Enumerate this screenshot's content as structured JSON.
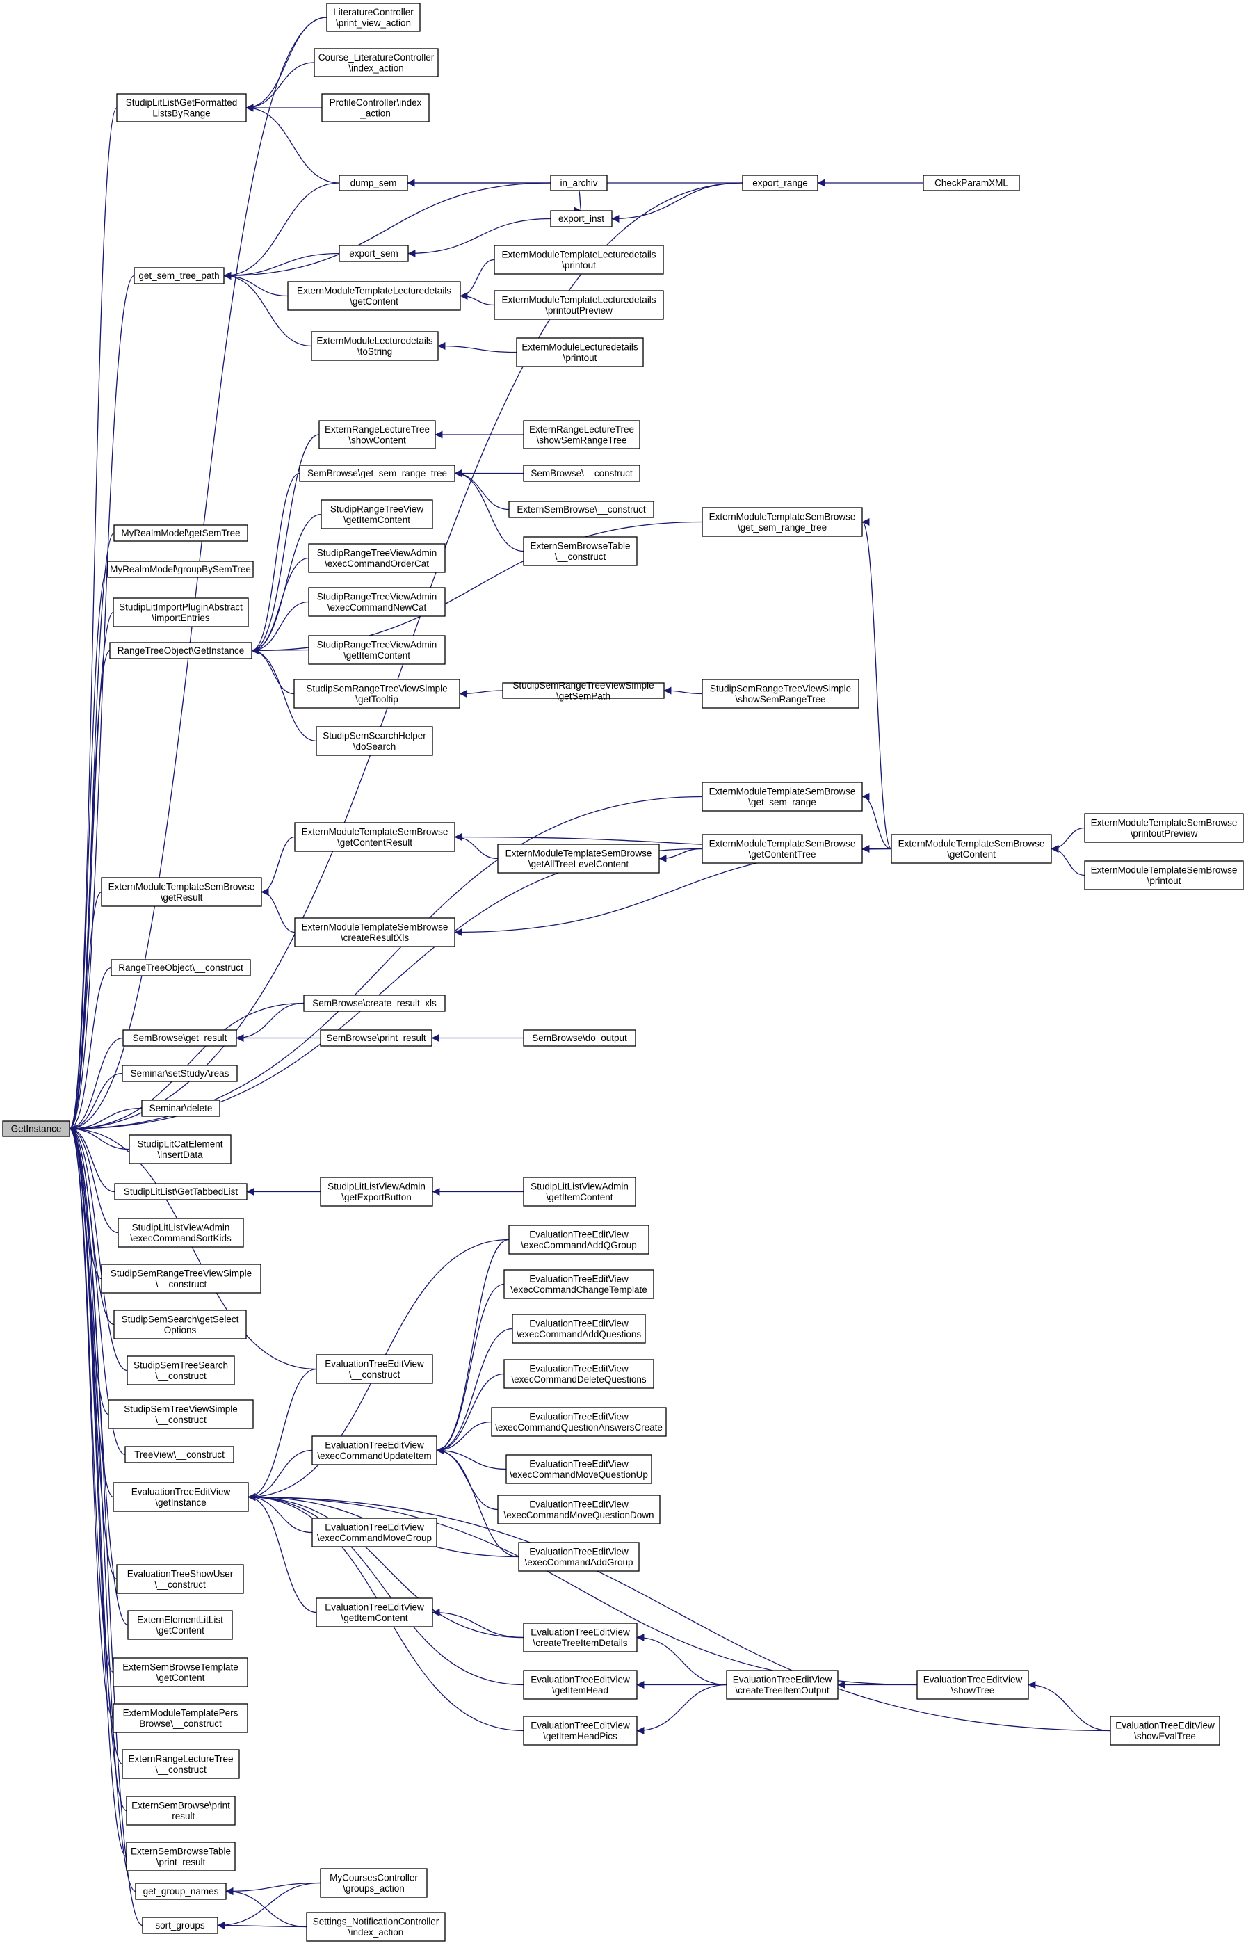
{
  "colors": {
    "edge": "#191970",
    "node_border": "#000000",
    "node_fill": "#ffffff",
    "root_fill": "#bfbfbf"
  },
  "nodes": [
    {
      "id": "root",
      "lines": [
        "GetInstance"
      ],
      "root": true
    },
    {
      "id": "litctl_print",
      "lines": [
        "LiteratureController",
        "\\print_view_action"
      ]
    },
    {
      "id": "course_lit",
      "lines": [
        "Course_LiteratureController",
        "\\index_action"
      ]
    },
    {
      "id": "profile",
      "lines": [
        "ProfileController\\index",
        "_action"
      ]
    },
    {
      "id": "litlist_fmt",
      "lines": [
        "StudipLitList\\GetFormatted",
        "ListsByRange"
      ]
    },
    {
      "id": "dump_sem",
      "lines": [
        "dump_sem"
      ]
    },
    {
      "id": "in_archiv",
      "lines": [
        "in_archiv"
      ]
    },
    {
      "id": "export_range",
      "lines": [
        "export_range"
      ]
    },
    {
      "id": "checkparam",
      "lines": [
        "CheckParamXML"
      ]
    },
    {
      "id": "export_inst",
      "lines": [
        "export_inst"
      ]
    },
    {
      "id": "export_sem",
      "lines": [
        "export_sem"
      ]
    },
    {
      "id": "get_sem_tree_path",
      "lines": [
        "get_sem_tree_path"
      ]
    },
    {
      "id": "emtl_getcontent",
      "lines": [
        "ExternModuleTemplateLecturedetails",
        "\\getContent"
      ]
    },
    {
      "id": "emtl_printout",
      "lines": [
        "ExternModuleTemplateLecturedetails",
        "\\printout"
      ]
    },
    {
      "id": "emtl_preview",
      "lines": [
        "ExternModuleTemplateLecturedetails",
        "\\printoutPreview"
      ]
    },
    {
      "id": "eml_tostring",
      "lines": [
        "ExternModuleLecturedetails",
        "\\toString"
      ]
    },
    {
      "id": "eml_printout",
      "lines": [
        "ExternModuleLecturedetails",
        "\\printout"
      ]
    },
    {
      "id": "erlt_showcontent",
      "lines": [
        "ExternRangeLectureTree",
        "\\showContent"
      ]
    },
    {
      "id": "erlt_showsem",
      "lines": [
        "ExternRangeLectureTree",
        "\\showSemRangeTree"
      ]
    },
    {
      "id": "sb_get_sem_range_tree",
      "lines": [
        "SemBrowse\\get_sem_range_tree"
      ]
    },
    {
      "id": "sb_construct",
      "lines": [
        "SemBrowse\\__construct"
      ]
    },
    {
      "id": "esb_construct",
      "lines": [
        "ExternSemBrowse\\__construct"
      ]
    },
    {
      "id": "esbt_construct",
      "lines": [
        "ExternSemBrowseTable",
        "\\__construct"
      ]
    },
    {
      "id": "emtsb_get_sem_range_tree",
      "lines": [
        "ExternModuleTemplateSemBrowse",
        "\\get_sem_range_tree"
      ]
    },
    {
      "id": "srtv_getitem",
      "lines": [
        "StudipRangeTreeView",
        "\\getItemContent"
      ]
    },
    {
      "id": "srtva_ordercat",
      "lines": [
        "StudipRangeTreeViewAdmin",
        "\\execCommandOrderCat"
      ]
    },
    {
      "id": "srtva_newcat",
      "lines": [
        "StudipRangeTreeViewAdmin",
        "\\execCommandNewCat"
      ]
    },
    {
      "id": "srtva_getitem",
      "lines": [
        "StudipRangeTreeViewAdmin",
        "\\getItemContent"
      ]
    },
    {
      "id": "ssrtvs_tooltip",
      "lines": [
        "StudipSemRangeTreeViewSimple",
        "\\getTooltip"
      ]
    },
    {
      "id": "ssrtvs_sempath",
      "lines": [
        "StudipSemRangeTreeViewSimple",
        "\\getSemPath"
      ]
    },
    {
      "id": "ssrtvs_showsem",
      "lines": [
        "StudipSemRangeTreeViewSimple",
        "\\showSemRangeTree"
      ]
    },
    {
      "id": "sssh_dosearch",
      "lines": [
        "StudipSemSearchHelper",
        "\\doSearch"
      ]
    },
    {
      "id": "myrealm_getsemtree",
      "lines": [
        "MyRealmModel\\getSemTree"
      ]
    },
    {
      "id": "myrealm_group",
      "lines": [
        "MyRealmModel\\groupBySemTree"
      ]
    },
    {
      "id": "slipa_import",
      "lines": [
        "StudipLitImportPluginAbstract",
        "\\importEntries"
      ]
    },
    {
      "id": "rto_getinstance",
      "lines": [
        "RangeTreeObject\\GetInstance"
      ]
    },
    {
      "id": "emtsb_get_sem_range",
      "lines": [
        "ExternModuleTemplateSemBrowse",
        "\\get_sem_range"
      ]
    },
    {
      "id": "emtsb_getcontenttree",
      "lines": [
        "ExternModuleTemplateSemBrowse",
        "\\getContentTree"
      ]
    },
    {
      "id": "emtsb_getcontent",
      "lines": [
        "ExternModuleTemplateSemBrowse",
        "\\getContent"
      ]
    },
    {
      "id": "emtsb_printoutpreview",
      "lines": [
        "ExternModuleTemplateSemBrowse",
        "\\printoutPreview"
      ]
    },
    {
      "id": "emtsb_printout",
      "lines": [
        "ExternModuleTemplateSemBrowse",
        "\\printout"
      ]
    },
    {
      "id": "emtsb_getalltree",
      "lines": [
        "ExternModuleTemplateSemBrowse",
        "\\getAllTreeLevelContent"
      ]
    },
    {
      "id": "emtsb_getcontentresult",
      "lines": [
        "ExternModuleTemplateSemBrowse",
        "\\getContentResult"
      ]
    },
    {
      "id": "emtsb_getresult",
      "lines": [
        "ExternModuleTemplateSemBrowse",
        "\\getResult"
      ]
    },
    {
      "id": "emtsb_createresultxls",
      "lines": [
        "ExternModuleTemplateSemBrowse",
        "\\createResultXls"
      ]
    },
    {
      "id": "rto_construct",
      "lines": [
        "RangeTreeObject\\__construct"
      ]
    },
    {
      "id": "sb_create_result_xls",
      "lines": [
        "SemBrowse\\create_result_xls"
      ]
    },
    {
      "id": "sb_get_result",
      "lines": [
        "SemBrowse\\get_result"
      ]
    },
    {
      "id": "sb_print_result",
      "lines": [
        "SemBrowse\\print_result"
      ]
    },
    {
      "id": "sb_do_output",
      "lines": [
        "SemBrowse\\do_output"
      ]
    },
    {
      "id": "seminar_setstudy",
      "lines": [
        "Seminar\\setStudyAreas"
      ]
    },
    {
      "id": "seminar_delete",
      "lines": [
        "Seminar\\delete"
      ]
    },
    {
      "id": "slce_insert",
      "lines": [
        "StudipLitCatElement",
        "\\insertData"
      ]
    },
    {
      "id": "sll_gettabbed",
      "lines": [
        "StudipLitList\\GetTabbedList"
      ]
    },
    {
      "id": "sllva_export",
      "lines": [
        "StudipLitListViewAdmin",
        "\\getExportButton"
      ]
    },
    {
      "id": "sllva_itemcontent",
      "lines": [
        "StudipLitListViewAdmin",
        "\\getItemContent"
      ]
    },
    {
      "id": "sllva_sortkids",
      "lines": [
        "StudipLitListViewAdmin",
        "\\execCommandSortKids"
      ]
    },
    {
      "id": "ssrtvs_construct",
      "lines": [
        "StudipSemRangeTreeViewSimple",
        "\\__construct"
      ]
    },
    {
      "id": "sss_getselect",
      "lines": [
        "StudipSemSearch\\getSelect",
        "Options"
      ]
    },
    {
      "id": "sst_search",
      "lines": [
        "StudipSemTreeSearch",
        "\\__construct"
      ]
    },
    {
      "id": "sstvs_construct",
      "lines": [
        "StudipSemTreeViewSimple",
        "\\__construct"
      ]
    },
    {
      "id": "treeview_construct",
      "lines": [
        "TreeView\\__construct"
      ]
    },
    {
      "id": "etev_getinstance",
      "lines": [
        "EvaluationTreeEditView",
        "\\getInstance"
      ]
    },
    {
      "id": "etev_construct",
      "lines": [
        "EvaluationTreeEditView",
        "\\__construct"
      ]
    },
    {
      "id": "etev_updateitem",
      "lines": [
        "EvaluationTreeEditView",
        "\\execCommandUpdateItem"
      ]
    },
    {
      "id": "etev_moveg",
      "lines": [
        "EvaluationTreeEditView",
        "\\execCommandMoveGroup"
      ]
    },
    {
      "id": "etev_itemcontent",
      "lines": [
        "EvaluationTreeEditView",
        "\\getItemContent"
      ]
    },
    {
      "id": "etev_addqgroup",
      "lines": [
        "EvaluationTreeEditView",
        "\\execCommandAddQGroup"
      ]
    },
    {
      "id": "etev_changetpl",
      "lines": [
        "EvaluationTreeEditView",
        "\\execCommandChangeTemplate"
      ]
    },
    {
      "id": "etev_addq",
      "lines": [
        "EvaluationTreeEditView",
        "\\execCommandAddQuestions"
      ]
    },
    {
      "id": "etev_delq",
      "lines": [
        "EvaluationTreeEditView",
        "\\execCommandDeleteQuestions"
      ]
    },
    {
      "id": "etev_qac",
      "lines": [
        "EvaluationTreeEditView",
        "\\execCommandQuestionAnswersCreate"
      ]
    },
    {
      "id": "etev_mqup",
      "lines": [
        "EvaluationTreeEditView",
        "\\execCommandMoveQuestionUp"
      ]
    },
    {
      "id": "etev_mqdown",
      "lines": [
        "EvaluationTreeEditView",
        "\\execCommandMoveQuestionDown"
      ]
    },
    {
      "id": "etev_addgroup",
      "lines": [
        "EvaluationTreeEditView",
        "\\execCommandAddGroup"
      ]
    },
    {
      "id": "etev_ctid",
      "lines": [
        "EvaluationTreeEditView",
        "\\createTreeItemDetails"
      ]
    },
    {
      "id": "etev_itemhead",
      "lines": [
        "EvaluationTreeEditView",
        "\\getItemHead"
      ]
    },
    {
      "id": "etev_itemheadpics",
      "lines": [
        "EvaluationTreeEditView",
        "\\getItemHeadPics"
      ]
    },
    {
      "id": "etev_ctio",
      "lines": [
        "EvaluationTreeEditView",
        "\\createTreeItemOutput"
      ]
    },
    {
      "id": "etev_showtree",
      "lines": [
        "EvaluationTreeEditView",
        "\\showTree"
      ]
    },
    {
      "id": "etev_showeval",
      "lines": [
        "EvaluationTreeEditView",
        "\\showEvalTree"
      ]
    },
    {
      "id": "etsu_construct",
      "lines": [
        "EvaluationTreeShowUser",
        "\\__construct"
      ]
    },
    {
      "id": "ell_getcontent",
      "lines": [
        "ExternElementLitList",
        "\\getContent"
      ]
    },
    {
      "id": "esbtpl_getcontent",
      "lines": [
        "ExternSemBrowseTemplate",
        "\\getContent"
      ]
    },
    {
      "id": "emtpb_construct",
      "lines": [
        "ExternModuleTemplatePers",
        "Browse\\__construct"
      ]
    },
    {
      "id": "erlt_construct",
      "lines": [
        "ExternRangeLectureTree",
        "\\__construct"
      ]
    },
    {
      "id": "esb_print",
      "lines": [
        "ExternSemBrowse\\print",
        "_result"
      ]
    },
    {
      "id": "esbt_print",
      "lines": [
        "ExternSemBrowseTable",
        "\\print_result"
      ]
    },
    {
      "id": "get_group_names",
      "lines": [
        "get_group_names"
      ]
    },
    {
      "id": "sort_groups",
      "lines": [
        "sort_groups"
      ]
    },
    {
      "id": "mcc_groups",
      "lines": [
        "MyCoursesController",
        "\\groups_action"
      ]
    },
    {
      "id": "snc_index",
      "lines": [
        "Settings_NotificationController",
        "\\index_action"
      ]
    }
  ],
  "edges": [
    [
      "litctl_print",
      "root"
    ],
    [
      "litlist_fmt",
      "root"
    ],
    [
      "export_range",
      "root"
    ],
    [
      "get_sem_tree_path",
      "root"
    ],
    [
      "myrealm_getsemtree",
      "root"
    ],
    [
      "myrealm_group",
      "root"
    ],
    [
      "slipa_import",
      "root"
    ],
    [
      "rto_getinstance",
      "root"
    ],
    [
      "emtsb_get_sem_range",
      "root"
    ],
    [
      "emtsb_getcontenttree",
      "root"
    ],
    [
      "emtsb_getresult",
      "root"
    ],
    [
      "rto_construct",
      "root"
    ],
    [
      "sb_create_result_xls",
      "root"
    ],
    [
      "sb_get_result",
      "root"
    ],
    [
      "seminar_setstudy",
      "root"
    ],
    [
      "seminar_delete",
      "root"
    ],
    [
      "slce_insert",
      "root"
    ],
    [
      "sll_gettabbed",
      "root"
    ],
    [
      "sllva_sortkids",
      "root"
    ],
    [
      "ssrtvs_construct",
      "root"
    ],
    [
      "sss_getselect",
      "root"
    ],
    [
      "sst_search",
      "root"
    ],
    [
      "sstvs_construct",
      "root"
    ],
    [
      "treeview_construct",
      "root"
    ],
    [
      "etev_construct",
      "root"
    ],
    [
      "etev_getinstance",
      "root"
    ],
    [
      "etsu_construct",
      "root"
    ],
    [
      "ell_getcontent",
      "root"
    ],
    [
      "esbtpl_getcontent",
      "root"
    ],
    [
      "emtpb_construct",
      "root"
    ],
    [
      "erlt_construct",
      "root"
    ],
    [
      "esb_print",
      "root"
    ],
    [
      "esbt_print",
      "root"
    ],
    [
      "get_group_names",
      "root"
    ],
    [
      "sort_groups",
      "root"
    ],
    [
      "litctl_print",
      "litlist_fmt"
    ],
    [
      "course_lit",
      "litlist_fmt"
    ],
    [
      "profile",
      "litlist_fmt"
    ],
    [
      "dump_sem",
      "litlist_fmt"
    ],
    [
      "in_archiv",
      "dump_sem"
    ],
    [
      "export_range",
      "dump_sem"
    ],
    [
      "checkparam",
      "export_range"
    ],
    [
      "in_archiv",
      "export_inst"
    ],
    [
      "export_range",
      "export_inst"
    ],
    [
      "export_inst",
      "export_sem"
    ],
    [
      "dump_sem",
      "get_sem_tree_path"
    ],
    [
      "in_archiv",
      "get_sem_tree_path"
    ],
    [
      "export_sem",
      "get_sem_tree_path"
    ],
    [
      "emtl_getcontent",
      "get_sem_tree_path"
    ],
    [
      "eml_tostring",
      "get_sem_tree_path"
    ],
    [
      "emtl_printout",
      "emtl_getcontent"
    ],
    [
      "emtl_preview",
      "emtl_getcontent"
    ],
    [
      "eml_printout",
      "eml_tostring"
    ],
    [
      "erlt_showcontent",
      "rto_getinstance"
    ],
    [
      "sb_get_sem_range_tree",
      "rto_getinstance"
    ],
    [
      "emtsb_get_sem_range_tree",
      "rto_getinstance"
    ],
    [
      "srtv_getitem",
      "rto_getinstance"
    ],
    [
      "srtva_ordercat",
      "rto_getinstance"
    ],
    [
      "srtva_newcat",
      "rto_getinstance"
    ],
    [
      "srtva_getitem",
      "rto_getinstance"
    ],
    [
      "ssrtvs_tooltip",
      "rto_getinstance"
    ],
    [
      "sssh_dosearch",
      "rto_getinstance"
    ],
    [
      "erlt_showsem",
      "erlt_showcontent"
    ],
    [
      "sb_construct",
      "sb_get_sem_range_tree"
    ],
    [
      "esb_construct",
      "sb_get_sem_range_tree"
    ],
    [
      "esbt_construct",
      "sb_get_sem_range_tree"
    ],
    [
      "ssrtvs_sempath",
      "ssrtvs_tooltip"
    ],
    [
      "ssrtvs_showsem",
      "ssrtvs_sempath"
    ],
    [
      "emtsb_getcontent",
      "emtsb_get_sem_range_tree"
    ],
    [
      "emtsb_getcontent",
      "emtsb_get_sem_range"
    ],
    [
      "emtsb_getcontent",
      "emtsb_getcontenttree"
    ],
    [
      "emtsb_printoutpreview",
      "emtsb_getcontent"
    ],
    [
      "emtsb_printout",
      "emtsb_getcontent"
    ],
    [
      "emtsb_getcontenttree",
      "emtsb_getalltree"
    ],
    [
      "emtsb_getalltree",
      "emtsb_getcontentresult"
    ],
    [
      "emtsb_getcontent",
      "emtsb_getcontentresult"
    ],
    [
      "emtsb_getcontentresult",
      "emtsb_getresult"
    ],
    [
      "emtsb_createresultxls",
      "emtsb_getresult"
    ],
    [
      "emtsb_getcontent",
      "emtsb_createresultxls"
    ],
    [
      "sb_create_result_xls",
      "sb_get_result"
    ],
    [
      "sb_print_result",
      "sb_get_result"
    ],
    [
      "sb_do_output",
      "sb_print_result"
    ],
    [
      "sllva_export",
      "sll_gettabbed"
    ],
    [
      "sllva_itemcontent",
      "sllva_export"
    ],
    [
      "etev_construct",
      "etev_getinstance"
    ],
    [
      "etev_updateitem",
      "etev_getinstance"
    ],
    [
      "etev_moveg",
      "etev_getinstance"
    ],
    [
      "etev_itemcontent",
      "etev_getinstance"
    ],
    [
      "etev_addqgroup",
      "etev_getinstance"
    ],
    [
      "etev_addgroup",
      "etev_getinstance"
    ],
    [
      "etev_ctid",
      "etev_getinstance"
    ],
    [
      "etev_itemhead",
      "etev_getinstance"
    ],
    [
      "etev_itemheadpics",
      "etev_getinstance"
    ],
    [
      "etev_showtree",
      "etev_getinstance"
    ],
    [
      "etev_showeval",
      "etev_getinstance"
    ],
    [
      "etev_addqgroup",
      "etev_updateitem"
    ],
    [
      "etev_changetpl",
      "etev_updateitem"
    ],
    [
      "etev_addq",
      "etev_updateitem"
    ],
    [
      "etev_delq",
      "etev_updateitem"
    ],
    [
      "etev_qac",
      "etev_updateitem"
    ],
    [
      "etev_mqup",
      "etev_updateitem"
    ],
    [
      "etev_mqdown",
      "etev_updateitem"
    ],
    [
      "etev_addgroup",
      "etev_updateitem"
    ],
    [
      "etev_ctid",
      "etev_itemcontent"
    ],
    [
      "etev_ctio",
      "etev_ctid"
    ],
    [
      "etev_ctio",
      "etev_itemhead"
    ],
    [
      "etev_ctio",
      "etev_itemheadpics"
    ],
    [
      "etev_showtree",
      "etev_ctio"
    ],
    [
      "etev_showeval",
      "etev_showtree"
    ],
    [
      "mcc_groups",
      "get_group_names"
    ],
    [
      "snc_index",
      "get_group_names"
    ],
    [
      "mcc_groups",
      "sort_groups"
    ],
    [
      "snc_index",
      "sort_groups"
    ]
  ]
}
